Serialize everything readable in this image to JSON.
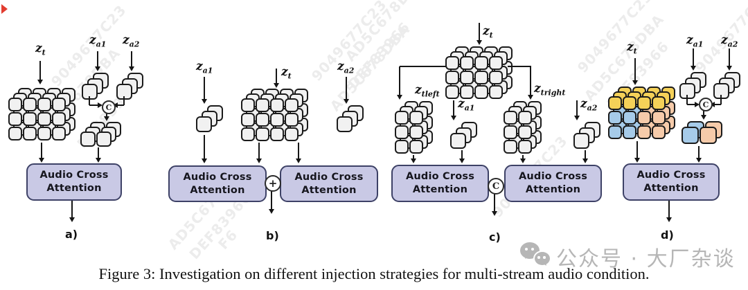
{
  "figure_caption": "Figure 3: Investigation on different injection strategies for multi-stream audio condition.",
  "attention_box": {
    "line1": "Audio Cross",
    "line2": "Attention"
  },
  "panel_captions": {
    "a": "a)",
    "b": "b)",
    "c": "c)",
    "d": "d)"
  },
  "labels": {
    "zt": {
      "base": "z",
      "sub": "t"
    },
    "za1": {
      "base": "z",
      "sub": "a1"
    },
    "za2": {
      "base": "z",
      "sub": "a2"
    },
    "ztleft": {
      "base": "z",
      "sub": "tleft"
    },
    "ztright": {
      "base": "z",
      "sub": "tright"
    }
  },
  "operators": {
    "concat": "C",
    "add": "+"
  },
  "social_watermark": {
    "icon": "wechat-icon",
    "text": "公众号 · 大厂杂谈"
  },
  "diagonal_codes": [
    "9049677C23",
    "AD5C678DBA",
    "DEF83966",
    "F6"
  ],
  "colors": {
    "attention_fill": "#c9c9e5",
    "attention_border": "#3d4166",
    "cube_fill": "#f1f1f1",
    "cube_border": "#1b1b1b",
    "yellow": "#f5d158",
    "blue": "#a6cbe9",
    "peach": "#f6cbaa",
    "arrow": "#151515",
    "code_gray": "#ececec",
    "watermark_gray": "#b6b6b6",
    "marker_red": "#e23c30"
  }
}
